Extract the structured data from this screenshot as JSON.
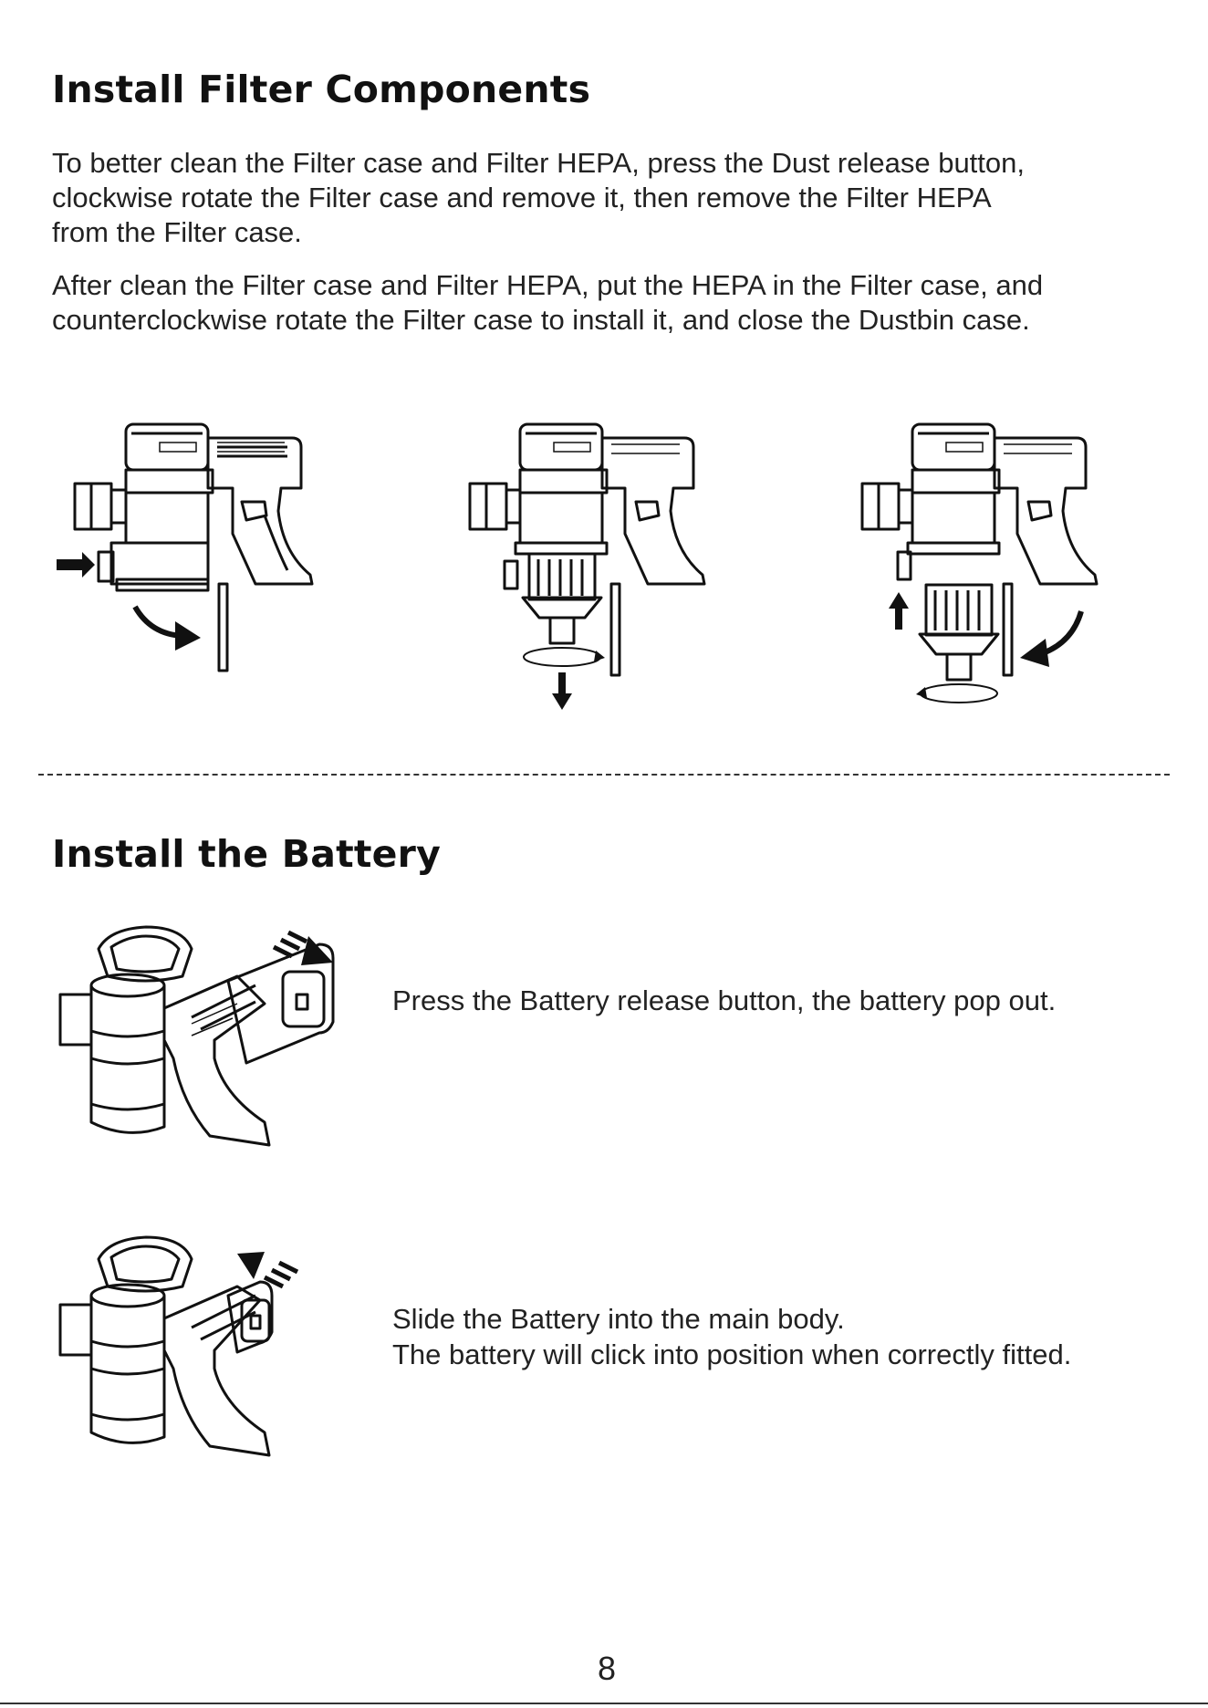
{
  "section1": {
    "title": "Install Filter Components",
    "para1": [
      "To better clean the Filter case and Filter HEPA, press the Dust release button,",
      "clockwise rotate the Filter case and remove it, then remove the Filter HEPA",
      "from the Filter case."
    ],
    "para2": [
      "After clean the Filter case and Filter HEPA, put the HEPA in the Filter case, and",
      "counterclockwise rotate the Filter case to install it, and close the Dustbin case."
    ]
  },
  "section2": {
    "title": "Install the Battery",
    "step1": [
      "Press the Battery release button, the battery pop out."
    ],
    "step2": [
      "Slide the Battery into the main body.",
      "The battery will click into position when correctly fitted."
    ]
  },
  "page_number": "8",
  "icons": {
    "fig1": [
      "arrow-right-icon",
      "rotate-clockwise-arrow-icon"
    ],
    "fig2": [
      "rotate-ellipse-icon",
      "arrow-down-icon"
    ],
    "fig3": [
      "arrow-up-icon",
      "rotate-counterclockwise-arrow-icon",
      "rotate-ellipse-icon"
    ],
    "fig4": [
      "slide-out-arrow-icon"
    ],
    "fig5": [
      "slide-in-arrow-icon"
    ]
  }
}
